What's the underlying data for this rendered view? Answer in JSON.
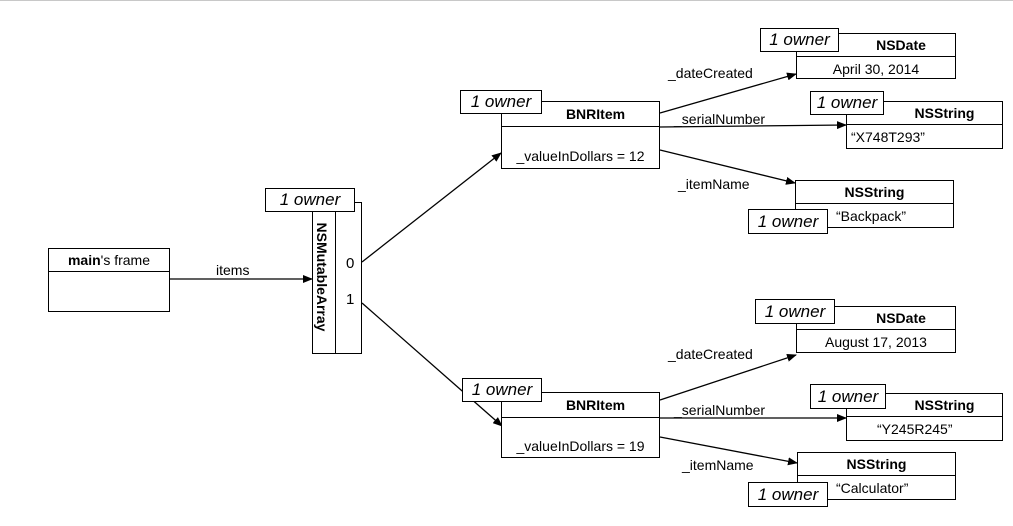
{
  "frame": {
    "title_bold": "main",
    "title_rest": "'s frame"
  },
  "array": {
    "title": "NSMutableArray",
    "owner": "1 owner",
    "index0": "0",
    "index1": "1"
  },
  "link_items": "items",
  "item1": {
    "owner": "1 owner",
    "title": "BNRItem",
    "value": "_valueInDollars = 12",
    "dateCreated_label": "_dateCreated",
    "serialNumber_label": "_serialNumber",
    "itemName_label": "_itemName",
    "date": {
      "owner": "1 owner",
      "title": "NSDate",
      "value": "April 30, 2014"
    },
    "serial": {
      "owner": "1 owner",
      "title": "NSString",
      "value": "“X748T293”"
    },
    "name": {
      "owner": "1 owner",
      "title": "NSString",
      "value": "“Backpack”"
    }
  },
  "item2": {
    "owner": "1 owner",
    "title": "BNRItem",
    "value": "_valueInDollars = 19",
    "dateCreated_label": "_dateCreated",
    "serialNumber_label": "_serialNumber",
    "itemName_label": "_itemName",
    "date": {
      "owner": "1 owner",
      "title": "NSDate",
      "value": "August 17, 2013"
    },
    "serial": {
      "owner": "1 owner",
      "title": "NSString",
      "value": "“Y245R245”"
    },
    "name": {
      "owner": "1 owner",
      "title": "NSString",
      "value": "“Calculator”"
    }
  }
}
